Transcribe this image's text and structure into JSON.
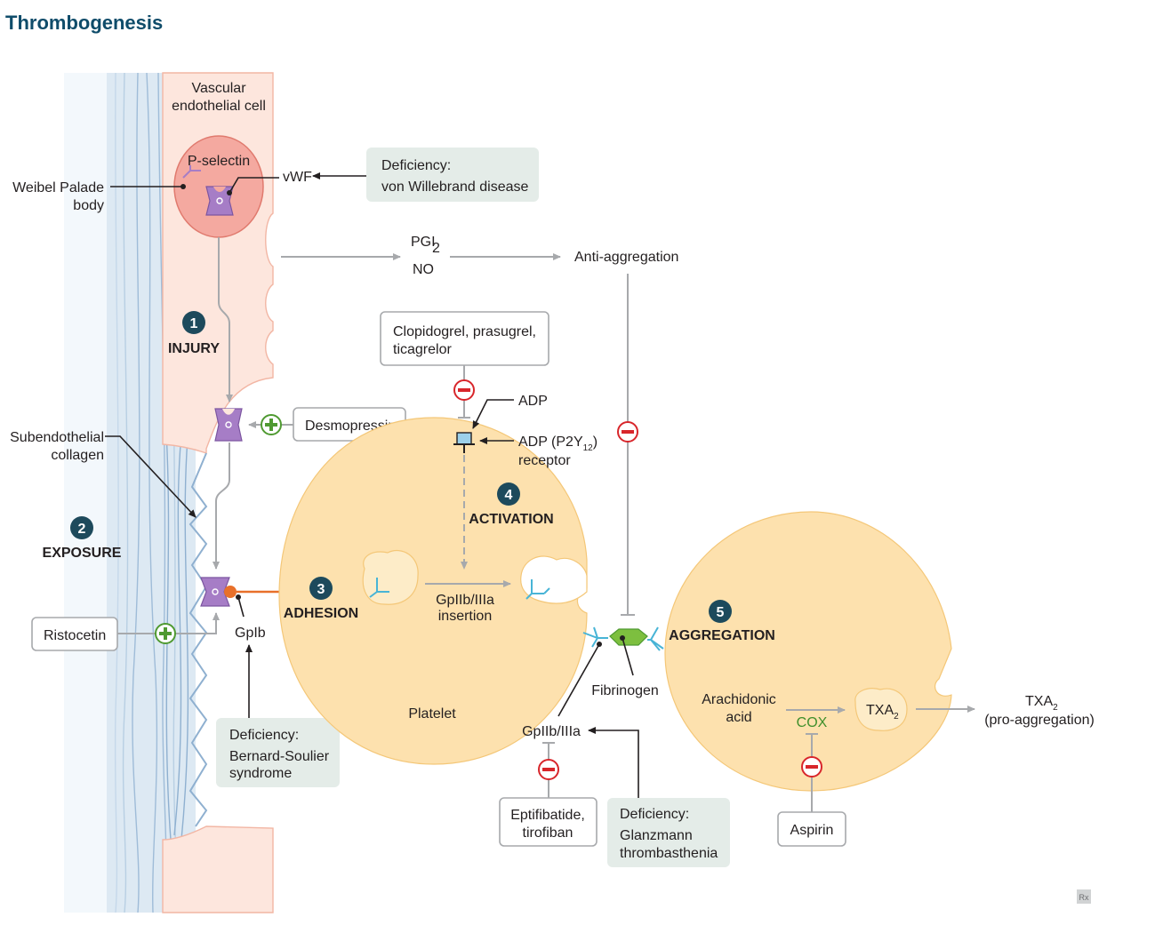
{
  "title": "Thrombogenesis",
  "labels": {
    "vascular_endothelial_cell_1": "Vascular",
    "vascular_endothelial_cell_2": "endothelial cell",
    "p_selectin": "P-selectin",
    "weibel_palade_1": "Weibel Palade",
    "weibel_palade_2": "body",
    "vwf": "vWF",
    "pgi": "PGI",
    "pgi_sub": "2",
    "no": "NO",
    "anti_aggregation": "Anti-aggregation",
    "injury": "INJURY",
    "subendothelial_1": "Subendothelial",
    "subendothelial_2": "collagen",
    "exposure": "EXPOSURE",
    "adhesion": "ADHESION",
    "activation": "ACTIVATION",
    "aggregation": "AGGREGATION",
    "adp": "ADP",
    "adp_receptor_1a": "ADP (P2Y",
    "adp_receptor_sub": "12",
    "adp_receptor_1b": ")",
    "adp_receptor_2": "receptor",
    "gpiib_insertion_1": "GpIIb/IIIa",
    "gpiib_insertion_2": "insertion",
    "gpib": "GpIb",
    "platelet": "Platelet",
    "fibrinogen": "Fibrinogen",
    "gpiib_iiia": "GpIIb/IIIa",
    "arachidonic_1": "Arachidonic",
    "arachidonic_2": "acid",
    "cox": "COX",
    "txa": "TXA",
    "txa_sub": "2",
    "txa_out_1a": "TXA",
    "txa_out_sub": "2",
    "txa_out_2": "(pro-aggregation)",
    "logo": "Rx"
  },
  "steps": [
    "1",
    "2",
    "3",
    "4",
    "5"
  ],
  "boxes": {
    "vwd_1": "Deficiency:",
    "vwd_2": "von Willebrand disease",
    "clopidogrel_1": "Clopidogrel, prasugrel,",
    "clopidogrel_2": "ticagrelor",
    "desmopressin": "Desmopressin",
    "ristocetin": "Ristocetin",
    "bss_1": "Deficiency:",
    "bss_2": "Bernard-Soulier",
    "bss_3": "syndrome",
    "eptifibatide_1": "Eptifibatide,",
    "eptifibatide_2": "tirofiban",
    "glanzmann_1": "Deficiency:",
    "glanzmann_2": "Glanzmann",
    "glanzmann_3": "thrombasthenia",
    "aspirin": "Aspirin"
  },
  "colors": {
    "title": "#0f4c6a",
    "step_circle": "#1d4a5c",
    "endothelium": "#fde6dd",
    "weibel_palade": "#f4a9a0",
    "platelet": "#fde1ae",
    "receptor_purple": "#a67dc6",
    "gpib_orange": "#e8702a",
    "fibrinogen_green": "#7dbf3f",
    "integrin_blue": "#48b4d6",
    "collagen_blue": "#c9dcec",
    "inhibit_red": "#d8262b",
    "promote_green": "#4f9a31",
    "gray_box": "#e4ece8",
    "arrow_gray": "#a7a9ac"
  }
}
